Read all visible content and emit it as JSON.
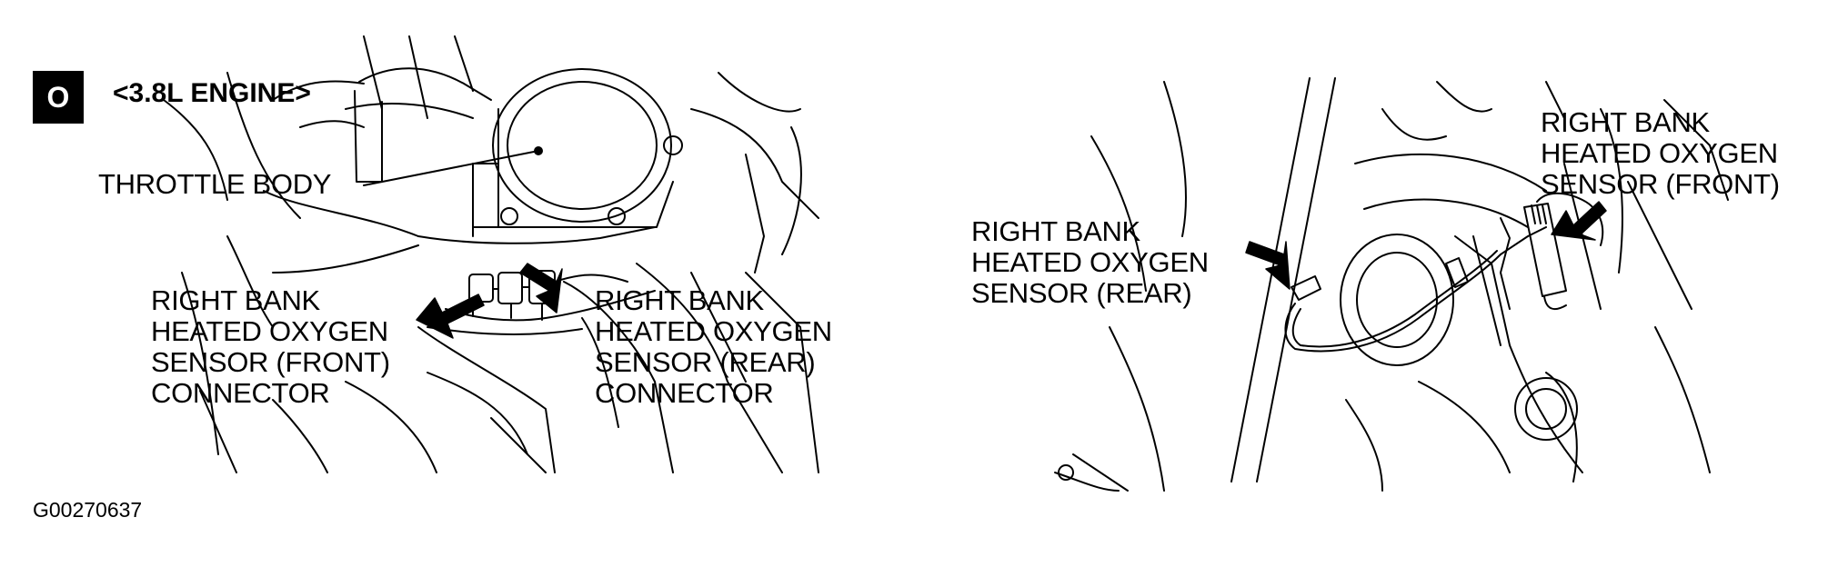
{
  "header": {
    "badge": "O",
    "engine": "<3.8L ENGINE>"
  },
  "left_view": {
    "throttle_body": "THROTTLE BODY",
    "front_connector": [
      "RIGHT BANK",
      "HEATED OXYGEN",
      "SENSOR (FRONT)",
      "CONNECTOR"
    ],
    "rear_connector": [
      "RIGHT BANK",
      "HEATED OXYGEN",
      "SENSOR (REAR)",
      "CONNECTOR"
    ]
  },
  "right_view": {
    "rear_sensor": [
      "RIGHT BANK",
      "HEATED OXYGEN",
      "SENSOR (REAR)"
    ],
    "front_sensor": [
      "RIGHT BANK",
      "HEATED OXYGEN",
      "SENSOR (FRONT)"
    ]
  },
  "figure_id": "G00270637",
  "colors": {
    "ink": "#000000",
    "paper": "#ffffff"
  }
}
